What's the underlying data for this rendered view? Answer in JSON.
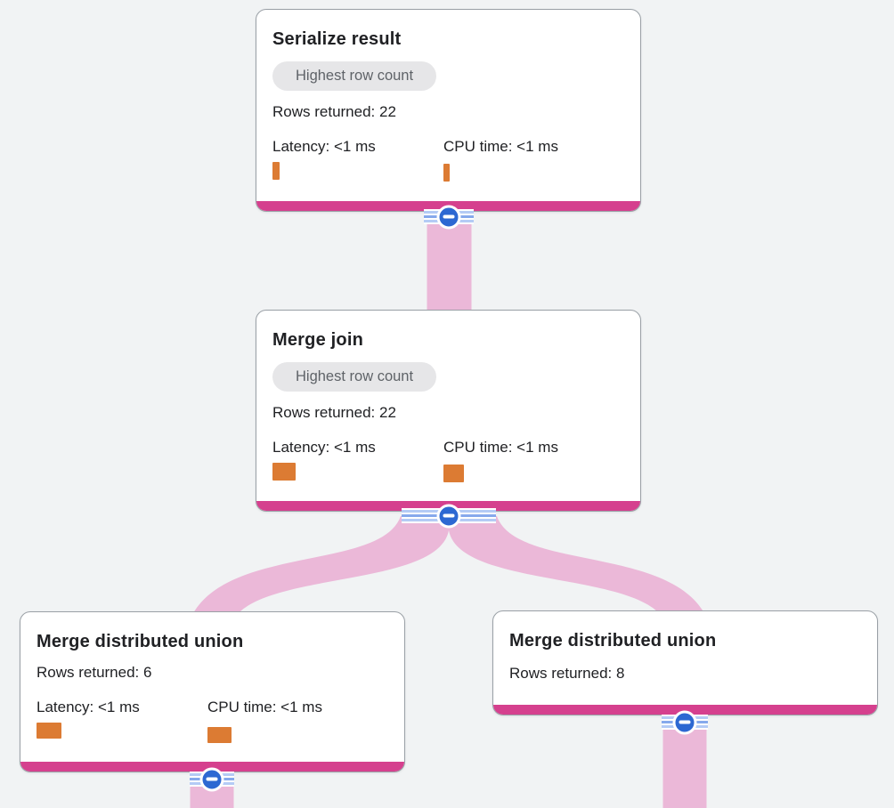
{
  "diagram": {
    "kind": "query-execution-plan",
    "background": "#f1f3f4",
    "colors": {
      "node_bottom_bar": "#d5408e",
      "edge_ribbon_pink": "#e693c6",
      "metric_bar_orange": "#dc7b33",
      "collapse_button_blue": "#2d68d2",
      "stripe_blue": "#86a9ec",
      "badge_bg": "#e6e6e8",
      "badge_text": "#5f6368",
      "text": "#202124"
    },
    "icons": {
      "collapse": "minus-circle-icon"
    }
  },
  "nodes": [
    {
      "title": "Serialize result",
      "badge": "Highest row count",
      "rows_returned": "Rows returned: 22",
      "latency": "Latency: <1 ms",
      "cpu_time": "CPU time: <1 ms"
    },
    {
      "title": "Merge join",
      "badge": "Highest row count",
      "rows_returned": "Rows returned: 22",
      "latency": "Latency: <1 ms",
      "cpu_time": "CPU time: <1 ms"
    },
    {
      "title": "Merge distributed union",
      "rows_returned": "Rows returned: 6",
      "latency": "Latency: <1 ms",
      "cpu_time": "CPU time: <1 ms"
    },
    {
      "title": "Merge distributed union",
      "rows_returned": "Rows returned: 8"
    }
  ]
}
